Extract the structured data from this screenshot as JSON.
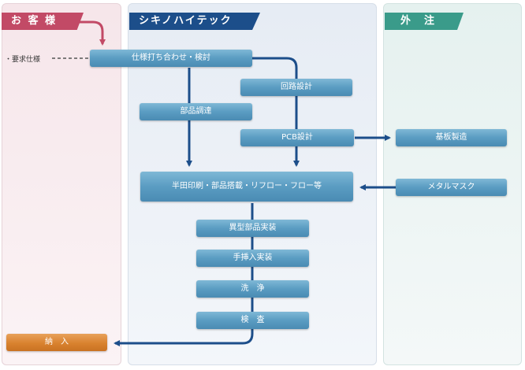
{
  "lanes": {
    "customer": "お 客 様",
    "company": "シキノハイテック",
    "outsource": "外　注"
  },
  "nodes": {
    "requirements": "・要求仕様",
    "spec_meeting": "仕様打ち合わせ・検討",
    "circuit_design": "回路設計",
    "parts_procurement": "部品調達",
    "pcb_design": "PCB設計",
    "board_manufacturing": "基板製造",
    "smt": "半田印刷・部品搭載・リフロー・フロー等",
    "metal_mask": "メタルマスク",
    "odd_parts": "異型部品実装",
    "manual_insertion": "手挿入実装",
    "washing": "洗　浄",
    "inspection": "検　査",
    "delivery": "納　入"
  }
}
